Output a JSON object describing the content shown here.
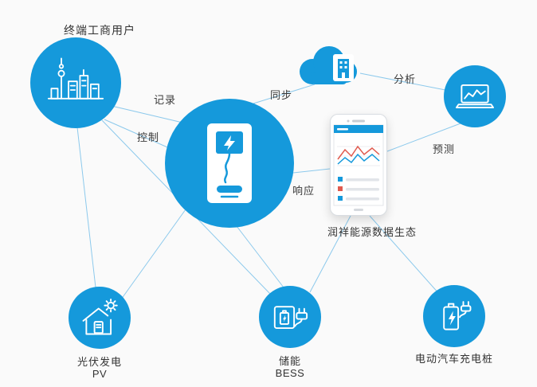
{
  "palette": {
    "primary": "#1599db",
    "connector_line": "#8cc9ec",
    "text": "#333333",
    "background": "#fafafa",
    "phone_chart_red": "#e05a4e",
    "phone_chart_blue": "#1599db"
  },
  "labels": {
    "users": "终端工商用户",
    "ecosystem": "润祥能源数据生态",
    "pv": "光伏发电",
    "pv_sub": "PV",
    "bess": "储能",
    "bess_sub": "BESS",
    "ev": "电动汽车充电桩"
  },
  "edges": {
    "record": "记录",
    "control": "控制",
    "sync": "同步",
    "analyze": "分析",
    "predict": "预测",
    "respond": "响应"
  },
  "icons": {
    "users": "city-skyline-icon",
    "hub": "charging-pile-icon",
    "cloud": "cloud-server-icon",
    "analysis": "laptop-analytics-icon",
    "phone": "smartphone-data-mockup",
    "pv": "solar-house-icon",
    "bess": "battery-storage-plug-icon",
    "ev": "ev-charger-battery-icon"
  }
}
